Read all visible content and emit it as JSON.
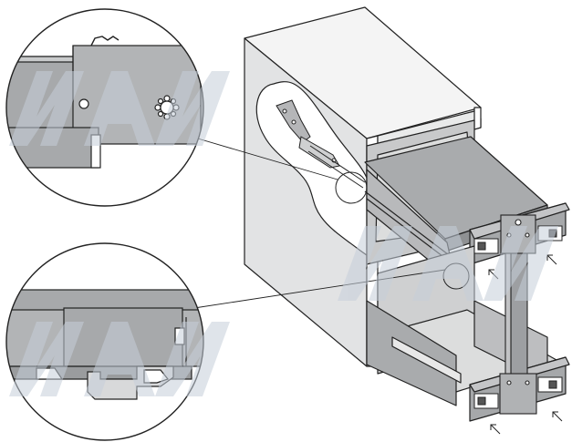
{
  "figure": {
    "logo_watermark_text": "MAM",
    "colors": {
      "line": "#222222",
      "panel_gray": "#a7a9ab",
      "panel_gray_light": "#c9cbcc",
      "inner_gray": "#d7d8d9",
      "white": "#ffffff",
      "watermark": "#c6cfda"
    },
    "callouts": [
      {
        "name": "top-detail",
        "subject": "slide-clip-detail"
      },
      {
        "name": "bottom-detail",
        "subject": "runner-profile-detail"
      }
    ],
    "arrow_markers": 4
  }
}
